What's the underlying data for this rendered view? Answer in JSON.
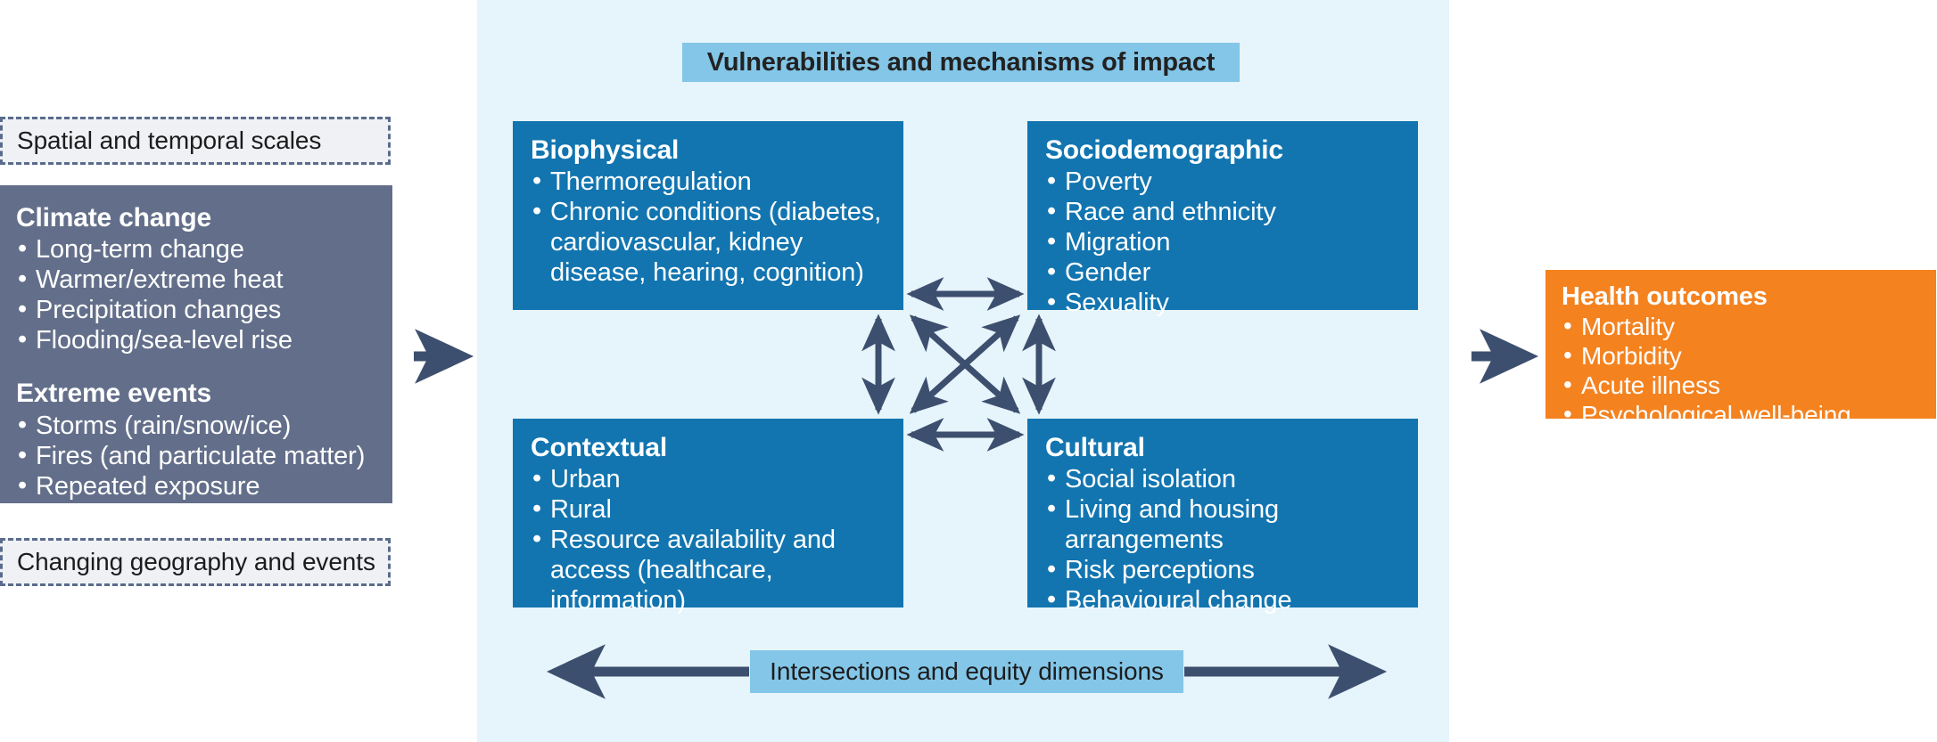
{
  "colors": {
    "drivers_bg": "#636f8a",
    "panel_bg": "#e6f4fb",
    "banner_bg": "#83c6e8",
    "quad_bg": "#1275b0",
    "outcomes_bg": "#f4821f",
    "arrow": "#3d4f6e",
    "chip_bg": "#eff1f5",
    "chip_border": "#5a6b8c"
  },
  "left": {
    "scales_chip": "Spatial and temporal scales",
    "geography_chip": "Changing geography and events",
    "drivers": {
      "group1_title": "Climate change",
      "group1_items": [
        "Long-term change",
        "Warmer/extreme heat",
        "Precipitation changes",
        "Flooding/sea-level rise"
      ],
      "group2_title": "Extreme events",
      "group2_items": [
        "Storms (rain/snow/ice)",
        "Fires (and particulate matter)",
        "Repeated exposure"
      ]
    }
  },
  "panel": {
    "banner": "Vulnerabilities and mechanisms of impact",
    "footer_chip": "Intersections and equity dimensions",
    "quadrants": [
      {
        "id": "biophysical",
        "title": "Biophysical",
        "items": [
          "Thermoregulation",
          "Chronic conditions (diabetes, cardiovascular, kidney disease, hearing, cognition)"
        ]
      },
      {
        "id": "sociodemographic",
        "title": "Sociodemographic",
        "items": [
          "Poverty",
          "Race and ethnicity",
          "Migration",
          "Gender",
          "Sexuality"
        ]
      },
      {
        "id": "contextual",
        "title": "Contextual",
        "items": [
          "Urban",
          "Rural",
          "Resource availability and access (healthcare, information)"
        ]
      },
      {
        "id": "cultural",
        "title": "Cultural",
        "items": [
          "Social isolation",
          "Living and housing arrangements",
          "Risk perceptions",
          "Behavioural change"
        ]
      }
    ]
  },
  "right": {
    "outcomes": {
      "title": "Health outcomes",
      "items": [
        "Mortality",
        "Morbidity",
        "Acute illness",
        "Psychological well-being"
      ]
    }
  },
  "flow": {
    "left_connector_label": "drivers-to-vulnerabilities-arrow",
    "right_connector_label": "vulnerabilities-to-outcomes-arrow"
  }
}
